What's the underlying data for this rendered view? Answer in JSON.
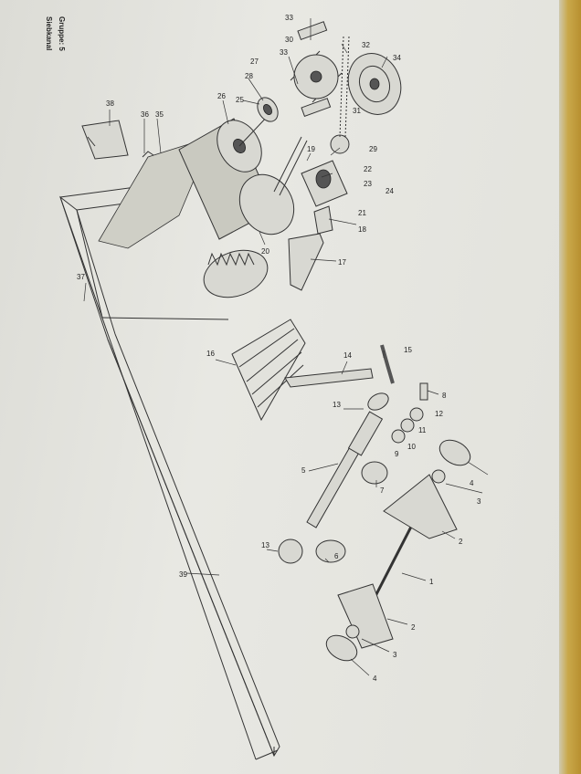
{
  "header": {
    "group": "Gruppe: 5",
    "title": "Siebkanal"
  },
  "parts": {
    "p1": "1",
    "p2a": "2",
    "p2b": "2",
    "p3a": "3",
    "p3b": "3",
    "p4a": "4",
    "p4b": "4",
    "p5": "5",
    "p6": "6",
    "p7": "7",
    "p8": "8",
    "p9": "9",
    "p10": "10",
    "p11": "11",
    "p12": "12",
    "p13a": "13",
    "p13b": "13",
    "p14": "14",
    "p15": "15",
    "p16": "16",
    "p17": "17",
    "p18": "18",
    "p19": "19",
    "p20": "20",
    "p21": "21",
    "p22": "22",
    "p23": "23",
    "p24": "24",
    "p25": "25",
    "p26": "26",
    "p27": "27",
    "p28": "28",
    "p29": "29",
    "p30": "30",
    "p31": "31",
    "p32": "32",
    "p33a": "33",
    "p33b": "33",
    "p34": "34",
    "p35": "35",
    "p36": "36",
    "p37": "37",
    "p38": "38",
    "p39": "39"
  }
}
